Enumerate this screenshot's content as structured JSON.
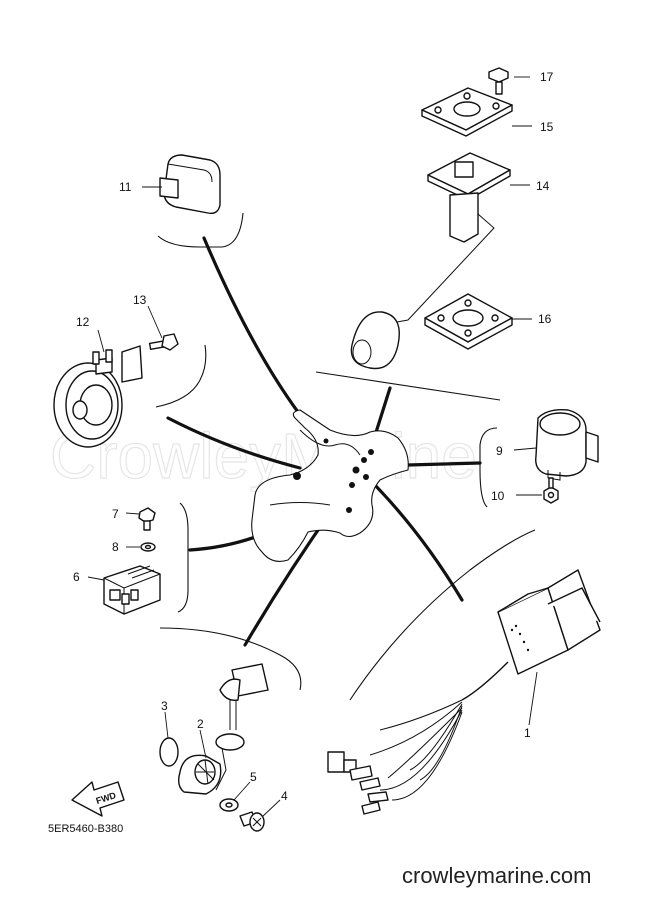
{
  "watermark": "CrowleyMarine",
  "site": "crowleymarine.com",
  "part_code": "5ER5460-B380",
  "fwd_label": "FWD",
  "callouts": [
    "1",
    "2",
    "3",
    "4",
    "5",
    "6",
    "7",
    "8",
    "9",
    "10",
    "11",
    "12",
    "13",
    "14",
    "15",
    "16",
    "17"
  ]
}
